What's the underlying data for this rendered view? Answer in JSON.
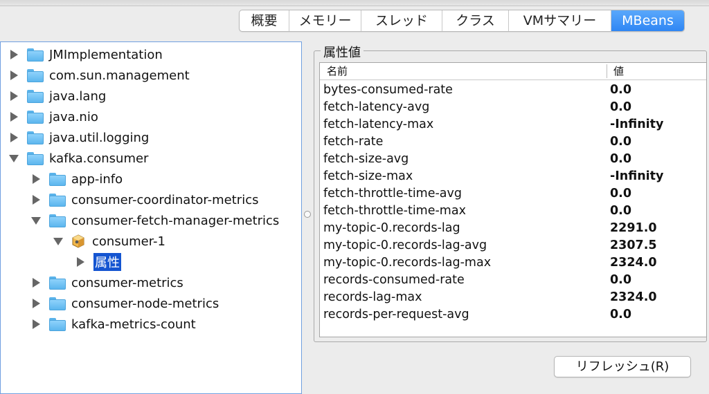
{
  "tabs": [
    {
      "label": "概要",
      "active": false
    },
    {
      "label": "メモリー",
      "active": false
    },
    {
      "label": "スレッド",
      "active": false
    },
    {
      "label": "クラス",
      "active": false
    },
    {
      "label": "VMサマリー",
      "active": false
    },
    {
      "label": "MBeans",
      "active": true
    }
  ],
  "tree": {
    "nodes": [
      {
        "label": "JMImplementation",
        "icon": "folder-icon",
        "expanded": false
      },
      {
        "label": "com.sun.management",
        "icon": "folder-icon",
        "expanded": false
      },
      {
        "label": "java.lang",
        "icon": "folder-icon",
        "expanded": false
      },
      {
        "label": "java.nio",
        "icon": "folder-icon",
        "expanded": false
      },
      {
        "label": "java.util.logging",
        "icon": "folder-icon",
        "expanded": false
      },
      {
        "label": "kafka.consumer",
        "icon": "folder-icon",
        "expanded": true
      },
      {
        "label": "app-info",
        "icon": "folder-icon",
        "expanded": false
      },
      {
        "label": "consumer-coordinator-metrics",
        "icon": "folder-icon",
        "expanded": false
      },
      {
        "label": "consumer-fetch-manager-metrics",
        "icon": "folder-icon",
        "expanded": true
      },
      {
        "label": "consumer-1",
        "icon": "mbean-icon",
        "expanded": true
      },
      {
        "label": "属性",
        "icon": "none",
        "expanded": false,
        "selected": true
      },
      {
        "label": "consumer-metrics",
        "icon": "folder-icon",
        "expanded": false
      },
      {
        "label": "consumer-node-metrics",
        "icon": "folder-icon",
        "expanded": false
      },
      {
        "label": "kafka-metrics-count",
        "icon": "folder-icon",
        "expanded": false
      }
    ]
  },
  "attributes": {
    "group_title": "属性値",
    "columns": {
      "name": "名前",
      "value": "値"
    },
    "rows": [
      {
        "name": "bytes-consumed-rate",
        "value": "0.0"
      },
      {
        "name": "fetch-latency-avg",
        "value": "0.0"
      },
      {
        "name": "fetch-latency-max",
        "value": "-Infinity"
      },
      {
        "name": "fetch-rate",
        "value": "0.0"
      },
      {
        "name": "fetch-size-avg",
        "value": "0.0"
      },
      {
        "name": "fetch-size-max",
        "value": "-Infinity"
      },
      {
        "name": "fetch-throttle-time-avg",
        "value": "0.0"
      },
      {
        "name": "fetch-throttle-time-max",
        "value": "0.0"
      },
      {
        "name": "my-topic-0.records-lag",
        "value": "2291.0"
      },
      {
        "name": "my-topic-0.records-lag-avg",
        "value": "2307.5"
      },
      {
        "name": "my-topic-0.records-lag-max",
        "value": "2324.0"
      },
      {
        "name": "records-consumed-rate",
        "value": "0.0"
      },
      {
        "name": "records-lag-max",
        "value": "2324.0"
      },
      {
        "name": "records-per-request-avg",
        "value": "0.0"
      }
    ]
  },
  "refresh_button": {
    "label": "リフレッシュ(R)"
  },
  "colors": {
    "accent": "#2f86f4",
    "selection": "#1455d1",
    "tree_border": "#6f9fe0"
  }
}
